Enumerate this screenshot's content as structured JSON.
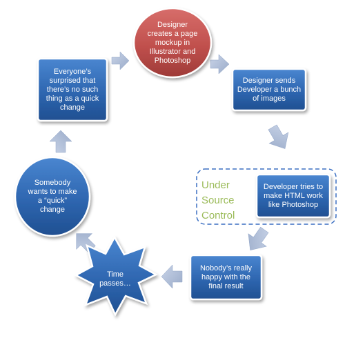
{
  "diagram": {
    "nodes": [
      {
        "id": "designer-mockup",
        "lines": [
          "Designer",
          "creates a page",
          "mockup in",
          "Illustrator and",
          "Photoshop"
        ]
      },
      {
        "id": "designer-sends",
        "lines": [
          "Designer sends",
          "Developer a bunch",
          "of images"
        ]
      },
      {
        "id": "developer-tries",
        "lines": [
          "Developer tries to",
          "make HTML work",
          "like Photoshop"
        ]
      },
      {
        "id": "nobody-happy",
        "lines": [
          "Nobody’s really",
          "happy with the",
          "final result"
        ]
      },
      {
        "id": "time-passes",
        "lines": [
          "Time",
          "passes…"
        ]
      },
      {
        "id": "somebody-wants",
        "lines": [
          "Somebody",
          "wants to make",
          "a “quick”",
          "change"
        ]
      },
      {
        "id": "everyone-surprised",
        "lines": [
          "Everyone’s",
          "surprised that",
          "there’s no such",
          "thing as a quick",
          "change"
        ]
      }
    ],
    "group_label": {
      "lines": [
        "Under",
        "Source",
        "Control"
      ]
    },
    "colors": {
      "red_fill": "#c0504d",
      "red_stroke": "#ffffff",
      "blue_fill": "#2e66b0",
      "blue_stroke": "#ffffff",
      "arrow": "#a9b9d6",
      "group_border": "#3b6fc2",
      "group_label": "#9bbb59"
    }
  }
}
